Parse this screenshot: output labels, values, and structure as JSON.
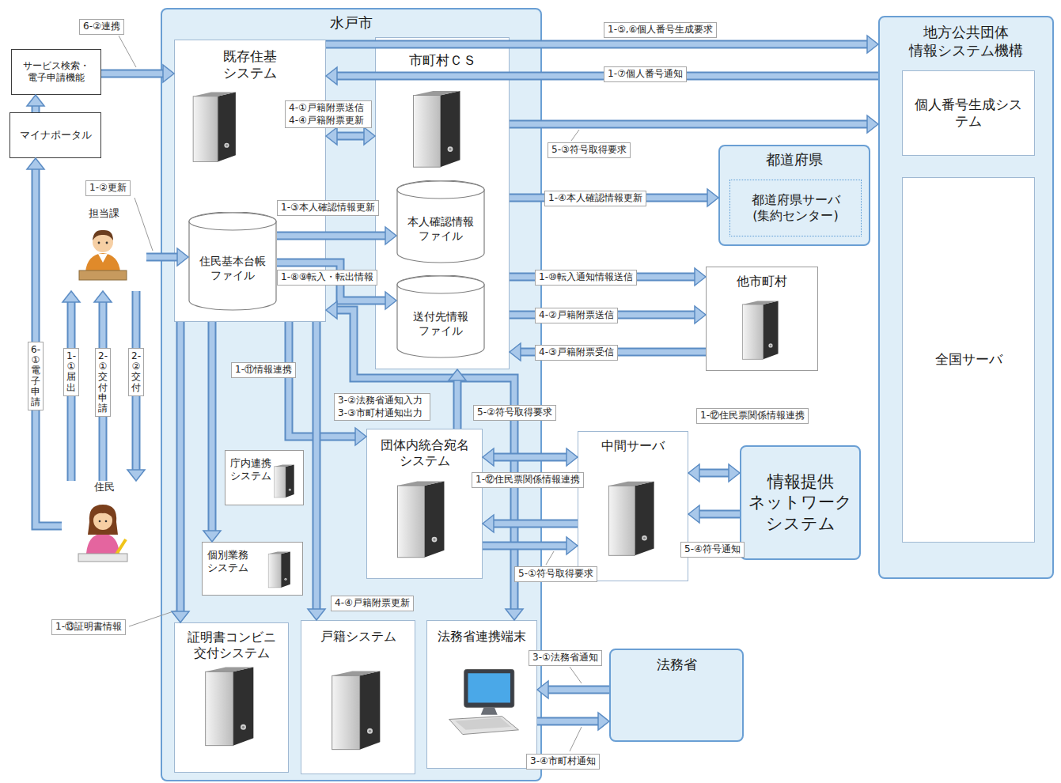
{
  "diagram": {
    "nodes": [
      {
        "text": [
          "サービス検索・ 電子申請機能"
        ]
      },
      {
        "text": [
          "マイナポータル"
        ]
      },
      {
        "text": [
          "担当課"
        ]
      },
      {
        "text": [
          "住民"
        ]
      },
      {
        "text": [
          "水戸市"
        ]
      },
      {
        "text": [
          "既存住基 システム"
        ],
        "in": 4
      },
      {
        "text": [
          "住民基本台帳 ファイル"
        ],
        "in": 5
      },
      {
        "text": [
          "市町村ＣＳ"
        ],
        "in": 4
      },
      {
        "text": [
          "本人確認情報 ファイル"
        ],
        "in": 7
      },
      {
        "text": [
          "送付先情報 ファイル"
        ],
        "in": 7
      },
      {
        "text": [
          "庁内連携 システム"
        ],
        "in": 4
      },
      {
        "text": [
          "個別業務 システム"
        ],
        "in": 4
      },
      {
        "text": [
          "団体内統合宛名 システム"
        ],
        "in": 4
      },
      {
        "text": [
          "証明書コンビニ 交付システム"
        ],
        "in": 4
      },
      {
        "text": [
          "戸籍システム"
        ],
        "in": 4
      },
      {
        "text": [
          "法務省連携端末"
        ],
        "in": 4
      },
      {
        "text": [
          "中間サーバ"
        ]
      },
      {
        "text": [
          "法務省"
        ]
      },
      {
        "text": [
          "他市町村"
        ]
      },
      {
        "text": [
          "都道府県"
        ]
      },
      {
        "text": [
          "都道府県サーバ (集約センター)"
        ],
        "in": 19
      },
      {
        "text": [
          "情報提供 ネットワーク システム"
        ]
      },
      {
        "text": [
          "地方公共団体 情報システム機構"
        ]
      },
      {
        "text": [
          "個人番号生成シス テム"
        ],
        "in": 22
      },
      {
        "text": [
          "全国サーバ"
        ],
        "in": 22
      }
    ],
    "edges": [
      {
        "from": 0,
        "to": 5,
        "label": "6-②連携",
        "arrow": "to"
      },
      {
        "from": 1,
        "to": 0,
        "arrow": "to"
      },
      {
        "from": 3,
        "to": 1,
        "label": "6-①電子申請",
        "arrow": "to"
      },
      {
        "from": 3,
        "to": 2,
        "label": "1-①届出",
        "arrow": "to"
      },
      {
        "from": 3,
        "to": 2,
        "label": "2-①交付申請",
        "arrow": "to"
      },
      {
        "from": 2,
        "to": 3,
        "label": "2-②交付",
        "arrow": "to"
      },
      {
        "from": 2,
        "to": 6,
        "label": "1-②更新",
        "arrow": "to"
      },
      {
        "from": 5,
        "to": 7,
        "label": "4-①戸籍附票送信 4-④戸籍附票更新",
        "arrow": "both"
      },
      {
        "from": 5,
        "to": 22,
        "label": "1-⑤,⑥個人番号生成要求",
        "arrow": "to"
      },
      {
        "from": 22,
        "to": 5,
        "label": "1-⑦個人番号通知",
        "arrow": "to"
      },
      {
        "from": 7,
        "to": 22,
        "label": "5-③符号取得要求",
        "arrow": "to"
      },
      {
        "from": 6,
        "to": 8,
        "label": "1-③本人確認情報更新",
        "arrow": "to"
      },
      {
        "from": 6,
        "to": 9,
        "label": "1-⑧⑨転入・転出情報",
        "arrow": "to"
      },
      {
        "from": 7,
        "to": 19,
        "label": "1-④本人確認情報更新",
        "arrow": "to"
      },
      {
        "from": 7,
        "to": 18,
        "label": "1-⑩転入通知情報送信",
        "arrow": "to"
      },
      {
        "from": 7,
        "to": 18,
        "label": "4-②戸籍附票送信",
        "arrow": "to"
      },
      {
        "from": 18,
        "to": 7,
        "label": "4-③戸籍附票受信",
        "arrow": "to"
      },
      {
        "from": 5,
        "to": 13,
        "label": "1-⑬証明書情報",
        "arrow": "to"
      },
      {
        "from": 5,
        "to": 11,
        "arrow": "to"
      },
      {
        "from": 5,
        "to": 12,
        "label": "1-⑪情報連携",
        "arrow": "to"
      },
      {
        "from": 5,
        "to": 15,
        "label": "3-②法務省通知入力 3-③市町村通知出力",
        "arrow": "both"
      },
      {
        "from": 5,
        "to": 14,
        "label": "4-④戸籍附票更新",
        "arrow": "to"
      },
      {
        "from": 12,
        "to": 7,
        "label": "5-②符号取得要求",
        "arrow": "to"
      },
      {
        "from": 12,
        "to": 16,
        "label": "1-⑫住民票関係情報連携",
        "arrow": "both"
      },
      {
        "from": 16,
        "to": 12,
        "arrow": "to"
      },
      {
        "from": 12,
        "to": 16,
        "label": "5-①符号取得要求",
        "arrow": "to"
      },
      {
        "from": 16,
        "to": 21,
        "label": "1-⑫住民票関係情報連携",
        "arrow": "both"
      },
      {
        "from": 21,
        "to": 16,
        "label": "5-④符号通知",
        "arrow": "to"
      },
      {
        "from": 17,
        "to": 15,
        "label": "3-①法務省通知",
        "arrow": "to"
      },
      {
        "from": 15,
        "to": 17,
        "label": "3-④市町村通知",
        "arrow": "to"
      }
    ]
  }
}
